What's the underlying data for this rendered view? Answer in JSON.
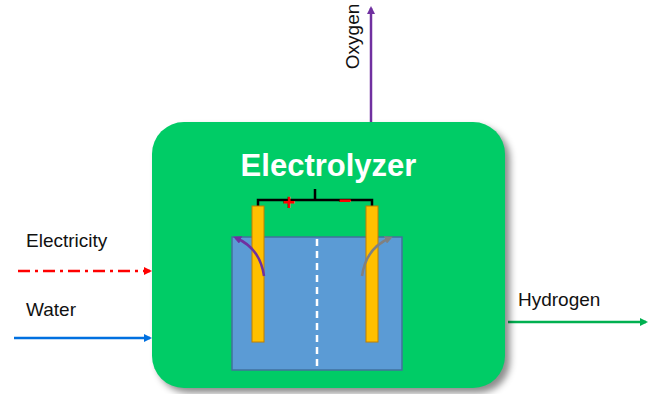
{
  "diagram": {
    "nodes": [
      {
        "text": [
          "Electrolyzer"
        ]
      }
    ],
    "labels": [
      "Electricity",
      "Water",
      "Hydrogen",
      "Oxygen",
      "+",
      "−"
    ]
  }
}
